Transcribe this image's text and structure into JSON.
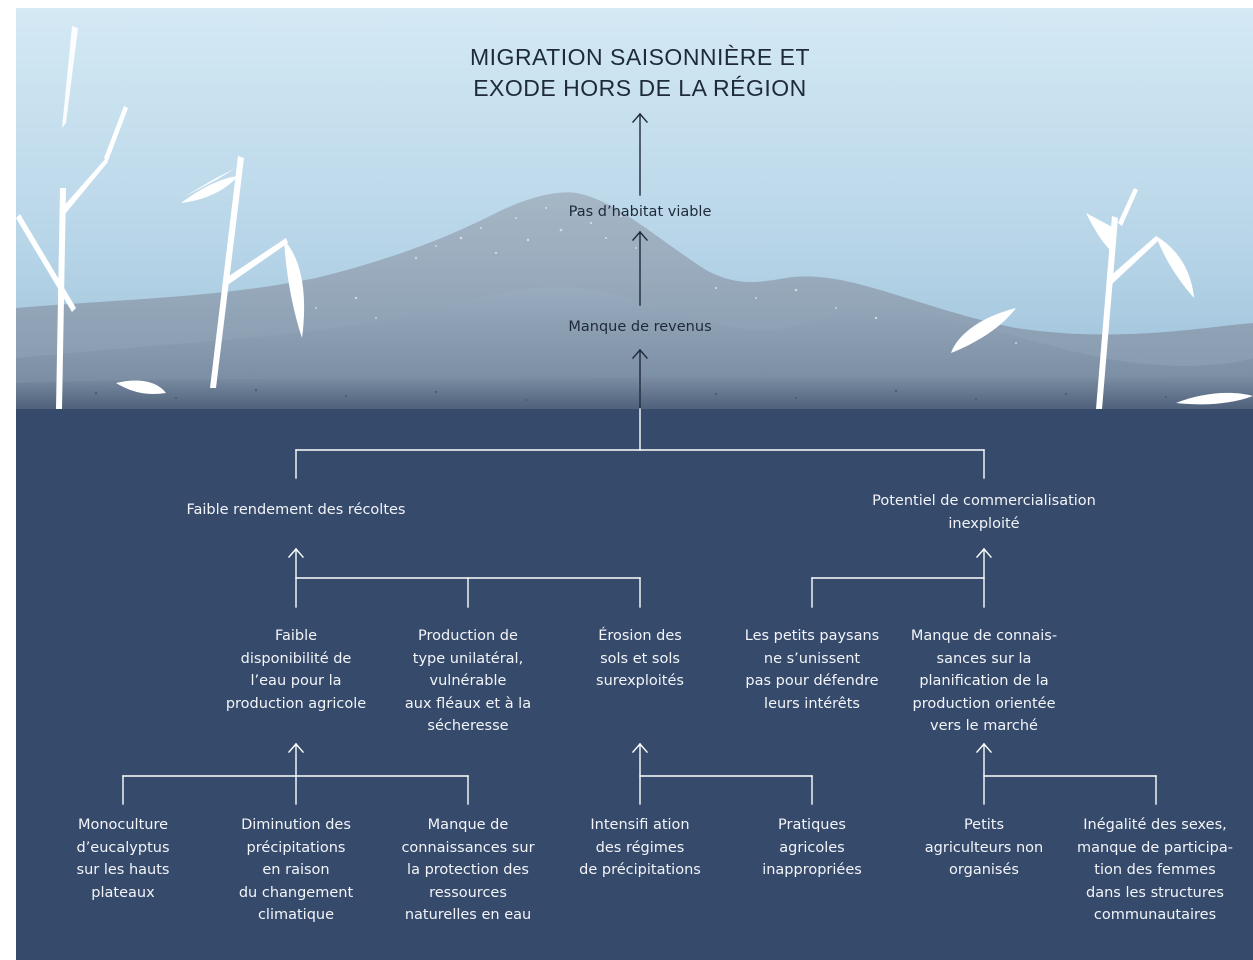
{
  "title": {
    "lines": [
      "MIGRATION SAISONNIÈRE ET",
      "EXODE HORS DE LA RÉGION"
    ]
  },
  "nodes": {
    "habitat": {
      "lines": [
        "Pas d’habitat viable"
      ]
    },
    "revenus": {
      "lines": [
        "Manque de revenus"
      ]
    },
    "rendement": {
      "lines": [
        "Faible rendement des récoltes"
      ]
    },
    "commercialisation": {
      "lines": [
        "Potentiel de commercialisation",
        "inexploité"
      ]
    },
    "eau": {
      "lines": [
        "Faible",
        "disponibilité de",
        "l’eau pour la",
        "production agricole"
      ]
    },
    "production": {
      "lines": [
        "Production de",
        "type unilatéral,",
        "vulnérable",
        "aux fléaux et à la",
        "sécheresse"
      ]
    },
    "erosion": {
      "lines": [
        "Érosion des",
        "sols et sols",
        "surexploités"
      ]
    },
    "paysans": {
      "lines": [
        "Les petits paysans",
        "ne s’unissent",
        "pas pour défendre",
        "leurs intérêts"
      ]
    },
    "connaissances": {
      "lines": [
        "Manque de connais-",
        "sances sur la",
        "planification de la",
        "production orientée",
        "vers le marché"
      ]
    },
    "monoculture": {
      "lines": [
        "Monoculture",
        "d’eucalyptus",
        "sur les hauts",
        "plateaux"
      ]
    },
    "precipitations": {
      "lines": [
        "Diminution des",
        "précipitations",
        "en raison",
        "du changement",
        "climatique"
      ]
    },
    "protection": {
      "lines": [
        "Manque de",
        "connaissances sur",
        "la protection des",
        "ressources",
        "naturelles en eau"
      ]
    },
    "intensification": {
      "lines": [
        "Intensifi ation",
        "des régimes",
        "de précipitations"
      ]
    },
    "pratiques": {
      "lines": [
        "Pratiques",
        "agricoles",
        "inappropriées"
      ]
    },
    "agriculteurs": {
      "lines": [
        "Petits",
        "agriculteurs non",
        "organisés"
      ]
    },
    "inegalite": {
      "lines": [
        "Inégalité des sexes,",
        "manque de participa-",
        "tion des femmes",
        "dans les structures",
        "communautaires"
      ]
    }
  },
  "colors": {
    "sky_top": "#cfe6f2",
    "sky_bottom": "#9fc3dc",
    "mountain": "#9aaab9",
    "panel": "#364a6b",
    "line_dark": "#1e2a3a",
    "line_light": "#ffffff"
  }
}
